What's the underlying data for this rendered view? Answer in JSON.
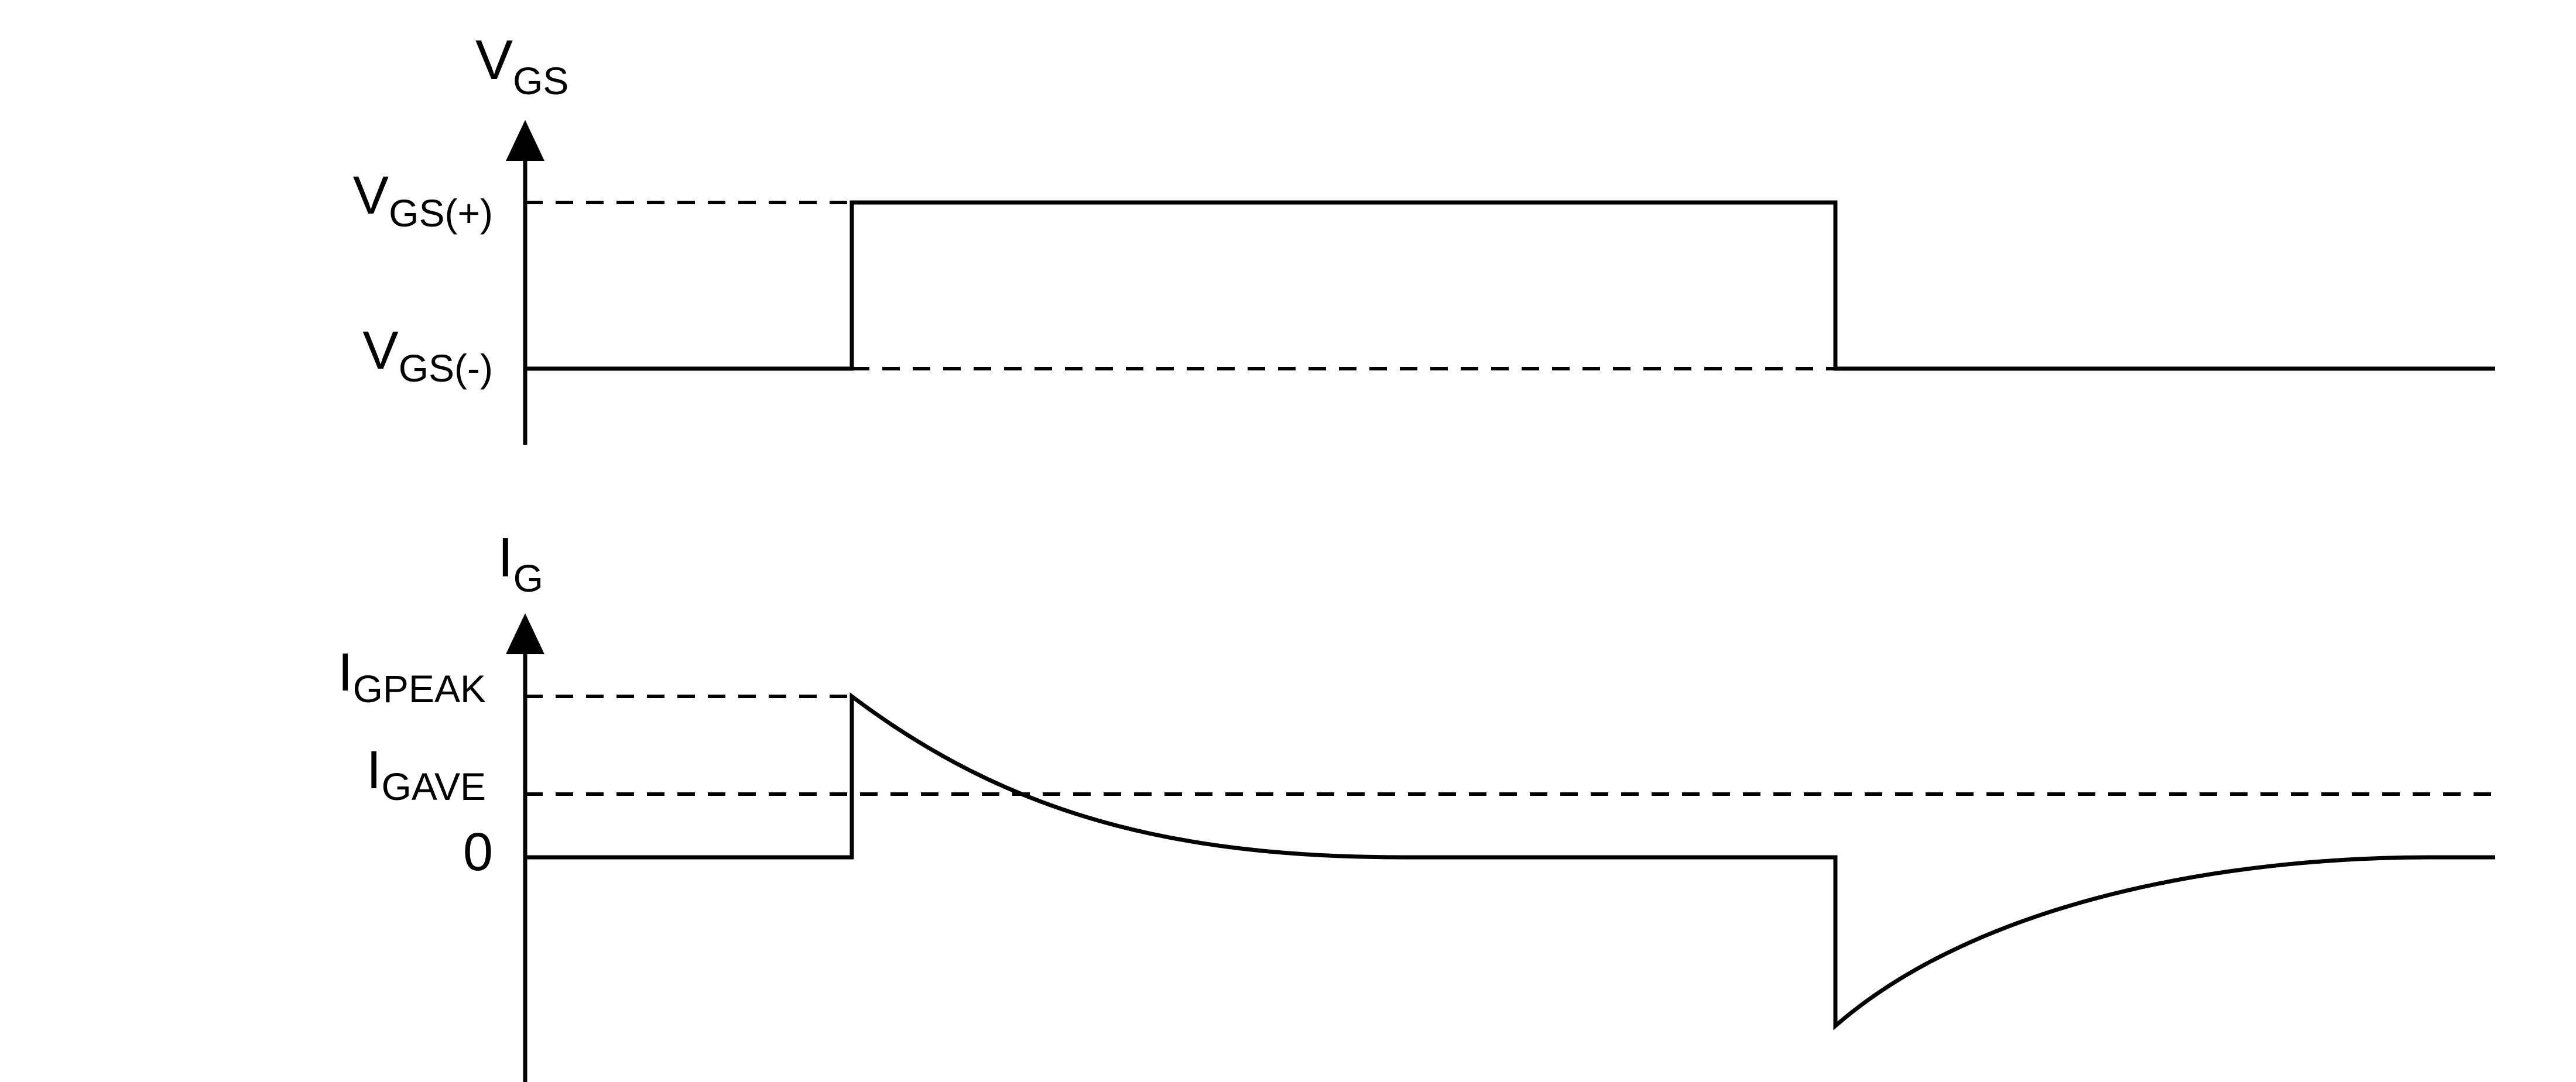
{
  "diagram": {
    "title": "",
    "colors": {
      "stroke": "#000000",
      "background": "#ffffff"
    },
    "vgs_plot": {
      "axis_label": {
        "main": "V",
        "sub": "GS"
      },
      "levels": [
        {
          "id": "vgs_pos",
          "main": "V",
          "sub": "GS(+)"
        },
        {
          "id": "vgs_neg",
          "main": "V",
          "sub": "GS(-)"
        }
      ],
      "waveform": {
        "type": "square",
        "starts_at": "vgs_neg",
        "rises_to": "vgs_pos",
        "falls_to": "vgs_neg"
      }
    },
    "ig_plot": {
      "axis_label": {
        "main": "I",
        "sub": "G"
      },
      "levels": [
        {
          "id": "igpeak",
          "main": "I",
          "sub": "GPEAK"
        },
        {
          "id": "igave",
          "main": "I",
          "sub": "GAVE"
        },
        {
          "id": "zero",
          "main": "0",
          "sub": ""
        }
      ],
      "waveform": {
        "type": "exponential-decay-pulses",
        "turn_on_peak": "igpeak",
        "average": "igave",
        "baseline": "zero"
      }
    }
  }
}
